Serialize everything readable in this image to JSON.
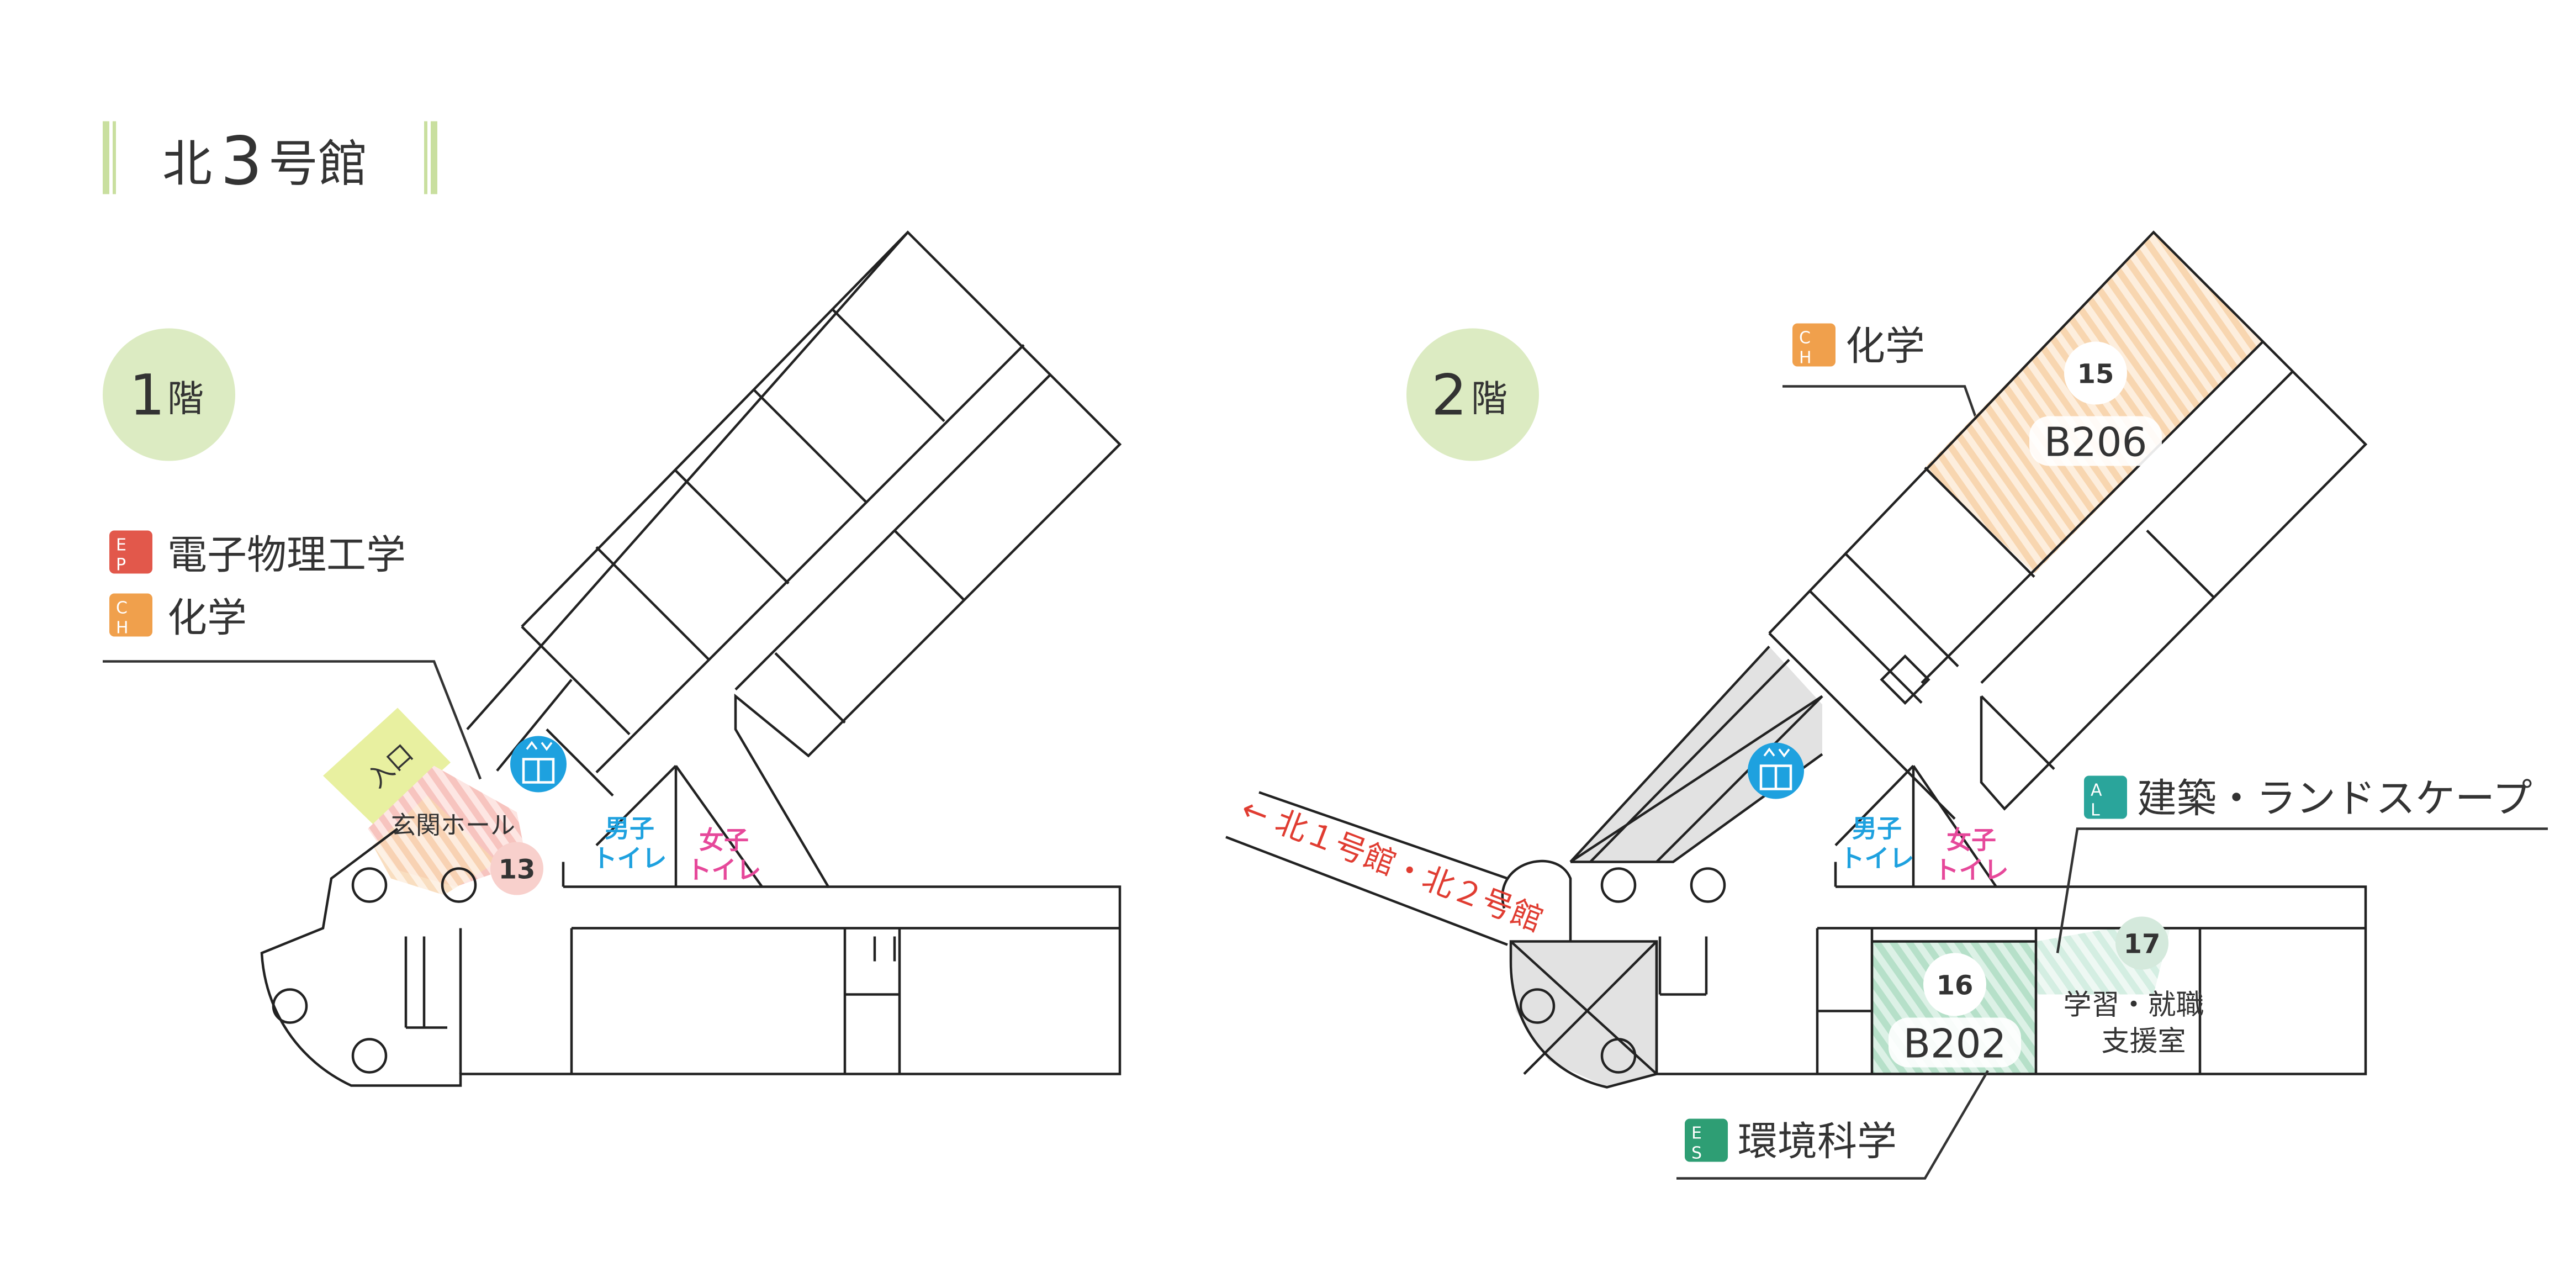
{
  "title": {
    "prefix": "北",
    "number": "3",
    "suffix": "号館"
  },
  "colors": {
    "accent_green": "#c9df9f",
    "floor_badge": "#dcebc2",
    "ep_red": "#e2584b",
    "ch_orange": "#f0a04c",
    "al_teal": "#2aa59b",
    "es_green": "#2e9e74",
    "chem_fill": "#fbe3c8",
    "env_fill": "#c8e8d6",
    "entrance": "#e8f0a0",
    "elevator": "#1ea1df",
    "male": "#1ea1df",
    "female": "#e6489a",
    "passage_red": "#e03c31"
  },
  "floor1": {
    "badge_number": "1",
    "badge_suffix": "階",
    "legend": [
      {
        "code_top": "E",
        "code_bottom": "P",
        "label": "電子物理工学",
        "color": "#e2584b"
      },
      {
        "code_top": "C",
        "code_bottom": "H",
        "label": "化学",
        "color": "#f0a04c"
      }
    ],
    "entrance": "入口",
    "hall": "玄関ホール",
    "room_number": "13",
    "male_restroom": [
      "男子",
      "トイレ"
    ],
    "female_restroom": [
      "女子",
      "トイレ"
    ],
    "elevator_icon": "elevator-icon"
  },
  "floor2": {
    "badge_number": "2",
    "badge_suffix": "階",
    "chem": {
      "code_top": "C",
      "code_bottom": "H",
      "label": "化学",
      "room_number": "15",
      "room": "B206"
    },
    "architecture": {
      "code_top": "A",
      "code_bottom": "L",
      "label": "建築・ランドスケープ",
      "room_number": "17",
      "room_lines": [
        "学習・就職",
        "支援室"
      ]
    },
    "environment": {
      "code_top": "E",
      "code_bottom": "S",
      "label": "環境科学",
      "room_number": "16",
      "room": "B202"
    },
    "passage": "← 北１号館・北２号館",
    "male_restroom": [
      "男子",
      "トイレ"
    ],
    "female_restroom": [
      "女子",
      "トイレ"
    ],
    "elevator_icon": "elevator-icon"
  }
}
